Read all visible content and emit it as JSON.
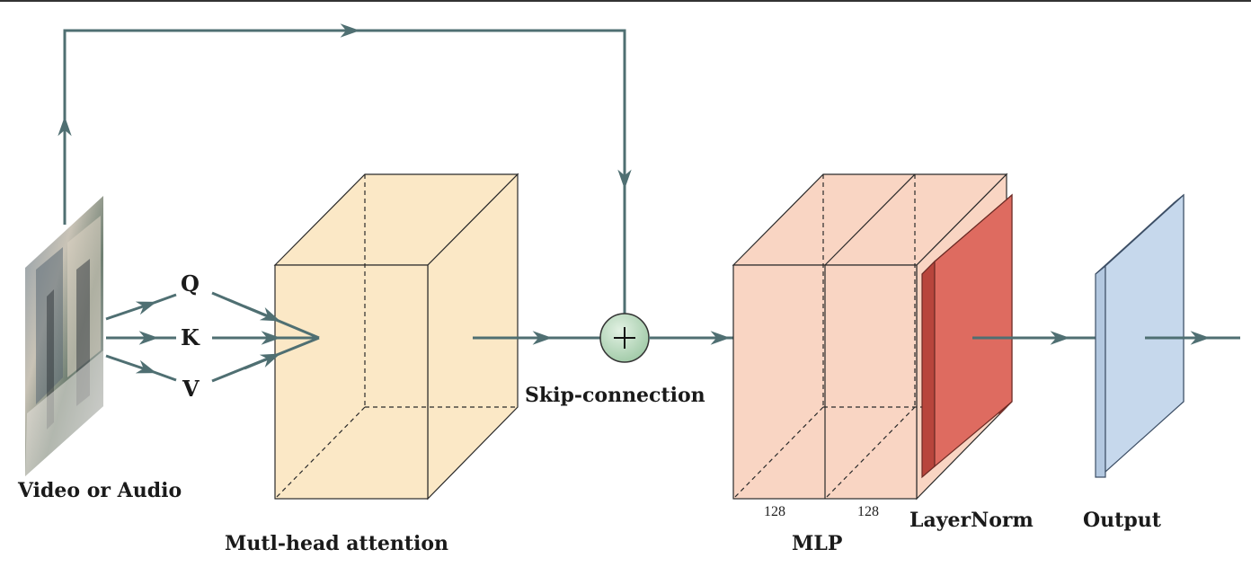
{
  "input": {
    "label": "Video or Audio",
    "icon": "video-frame-thumbnail"
  },
  "qkv": {
    "q": "Q",
    "k": "K",
    "v": "V"
  },
  "attention": {
    "label": "Mutl-head attention",
    "fill": "#fbe8c6"
  },
  "skip": {
    "label": "Skip-connection",
    "symbol": "+",
    "fill": "#b9dcc0"
  },
  "mlp": {
    "label": "MLP",
    "dim1": "128",
    "dim2": "128",
    "fill": "#f9d5c3"
  },
  "layernorm": {
    "label": "LayerNorm",
    "fill": "#de6b60"
  },
  "output": {
    "label": "Output",
    "fill": "#c6d8ec"
  },
  "colors": {
    "arrow": "#4f6f72",
    "edge": "#2a2a2a"
  }
}
